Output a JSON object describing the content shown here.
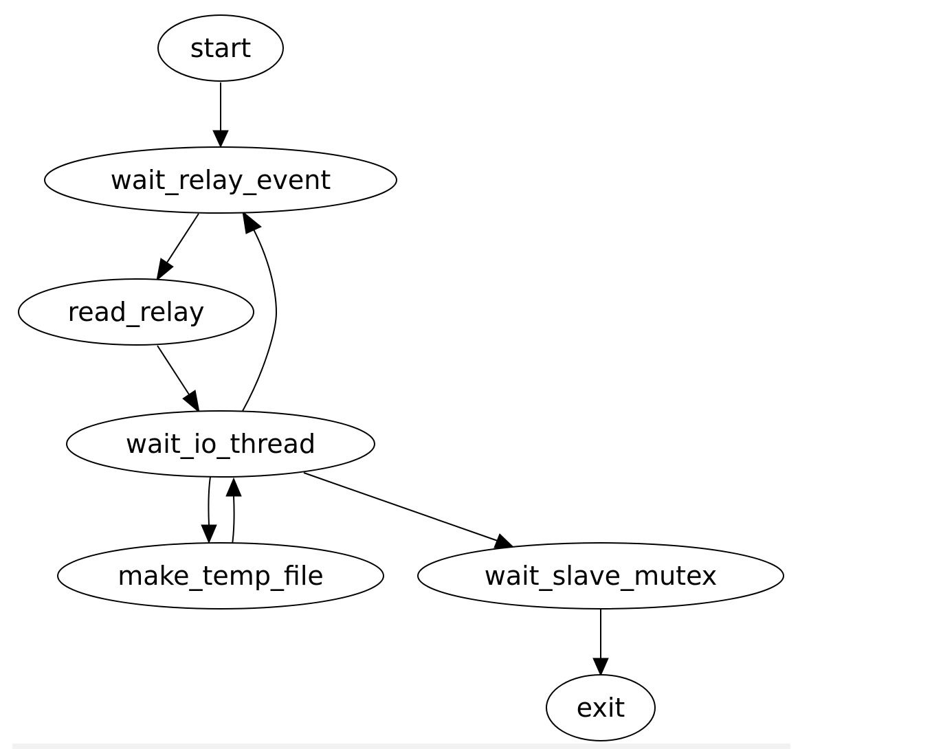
{
  "nodes": {
    "start": "start",
    "wait_relay_event": "wait_relay_event",
    "read_relay": "read_relay",
    "wait_io_thread": "wait_io_thread",
    "make_temp_file": "make_temp_file",
    "wait_slave_mutex": "wait_slave_mutex",
    "exit": "exit"
  },
  "edges": [
    {
      "from": "start",
      "to": "wait_relay_event"
    },
    {
      "from": "wait_relay_event",
      "to": "read_relay"
    },
    {
      "from": "read_relay",
      "to": "wait_io_thread"
    },
    {
      "from": "wait_io_thread",
      "to": "wait_relay_event"
    },
    {
      "from": "wait_io_thread",
      "to": "make_temp_file"
    },
    {
      "from": "make_temp_file",
      "to": "wait_io_thread"
    },
    {
      "from": "wait_io_thread",
      "to": "wait_slave_mutex"
    },
    {
      "from": "wait_slave_mutex",
      "to": "exit"
    }
  ]
}
